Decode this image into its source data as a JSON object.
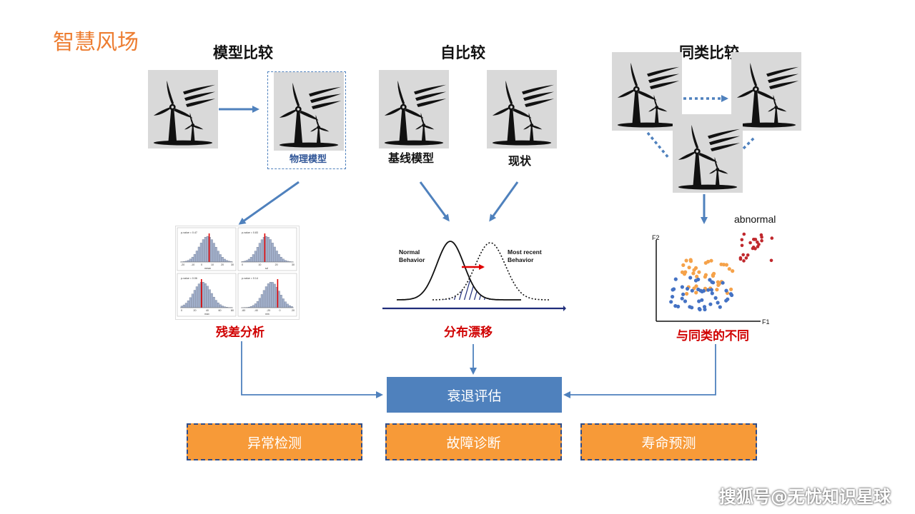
{
  "page_title": "智慧风场",
  "sections": {
    "model_compare": "模型比较",
    "self_compare": "自比较",
    "peer_compare": "同类比较"
  },
  "captions": {
    "physical_model": "物理模型",
    "baseline_model": "基线模型",
    "current_state": "现状"
  },
  "panels": {
    "residual_analysis": "残差分析",
    "distribution_drift": "分布漂移",
    "peer_difference": "与同类的不同"
  },
  "histograms": {
    "labels": [
      "p-value = 0.47",
      "p-value = 0.83",
      "p-value = 0.06",
      "p-value = 0.14"
    ],
    "axis_names": [
      "mean",
      "sd",
      "max",
      "min"
    ],
    "ticks": [
      [
        "-20",
        "-10",
        "0",
        "10",
        "20",
        "30"
      ],
      [
        "0",
        "10",
        "20",
        "30"
      ],
      [
        "0",
        "20",
        "40",
        "60",
        "80"
      ],
      [
        "-60",
        "-40",
        "-20",
        "0",
        "20"
      ]
    ]
  },
  "drift": {
    "normal_label_1": "Normal",
    "normal_label_2": "Behavior",
    "recent_label_1": "Most recent",
    "recent_label_2": "Behavior"
  },
  "scatter": {
    "abnormal_label": "abnormal",
    "x_axis": "F1",
    "y_axis": "F2",
    "colors": {
      "abnormal": "#C0282D",
      "orange": "#F5A24A",
      "blue": "#4472C4"
    }
  },
  "degradation": "衰退评估",
  "outcomes": [
    "异常检测",
    "故障诊断",
    "寿命预测"
  ],
  "watermark": "搜狐号@无忧知识星球",
  "colors": {
    "accent": "#ED7D31",
    "arrow": "#4F81BD",
    "red": "#d00000"
  }
}
